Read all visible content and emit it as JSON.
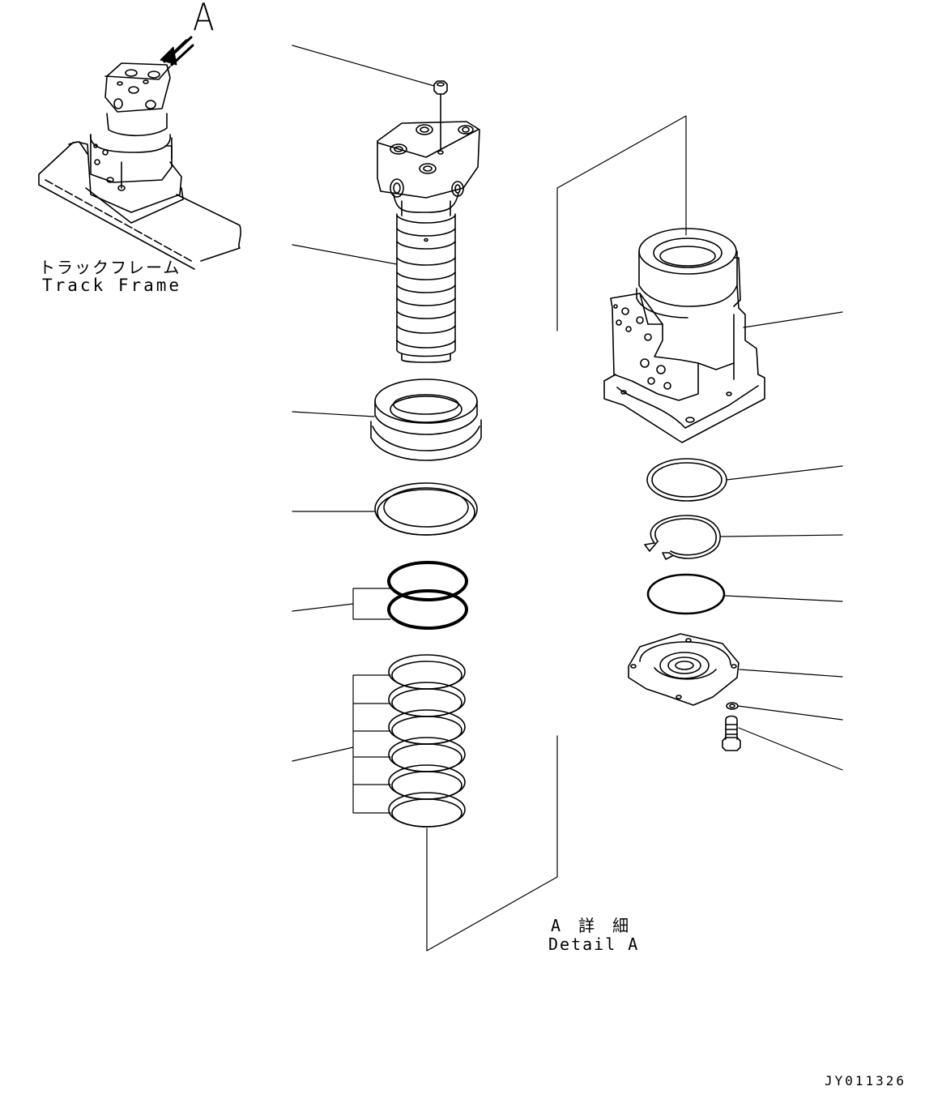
{
  "view_marker": "A",
  "track_frame": {
    "label_jp": "トラックフレーム",
    "label_en": "Track Frame"
  },
  "detail": {
    "label_jp": "A 詳 細",
    "label_en": "Detail A"
  },
  "drawing_code": "JY011326",
  "colors": {
    "line": "#000000",
    "background": "#ffffff"
  },
  "parts": [
    "plug",
    "rotor-shaft",
    "dust-seal-ring",
    "slipper-seal",
    "o-rings",
    "seal-rings",
    "swivel-joint-body",
    "ring",
    "snap-ring",
    "o-ring",
    "cover",
    "washer",
    "bolt"
  ]
}
